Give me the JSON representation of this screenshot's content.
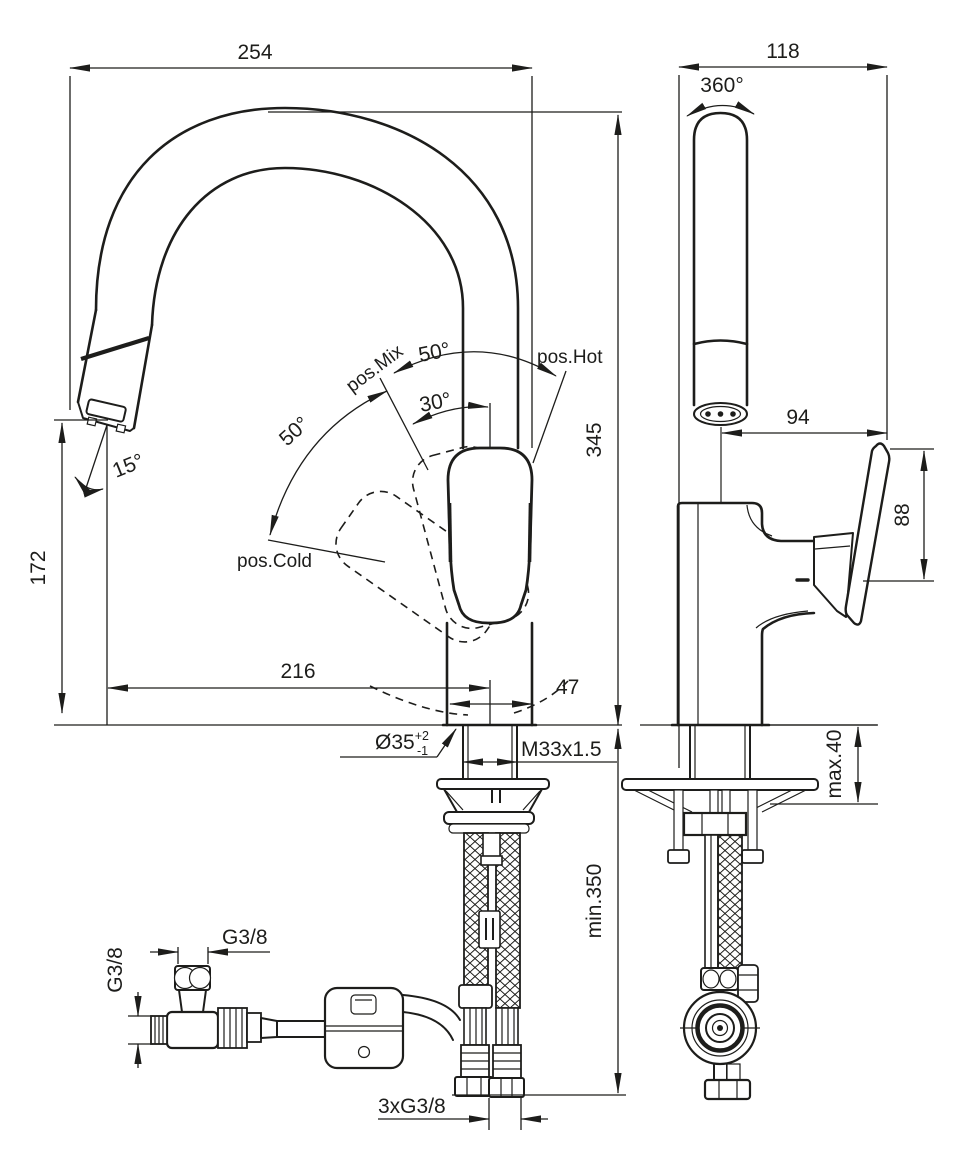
{
  "drawing": {
    "kind": "technical-dimension-drawing",
    "subject": "single-lever kitchen mixer tap with high swivel spout, front view and side view with installation dimensions",
    "line_color": "#1d1d1b",
    "background_color": "#ffffff"
  },
  "front_view": {
    "dim_overall_width": "254",
    "dim_overall_height": "345",
    "dim_outlet_height": "172",
    "dim_spout_reach": "216",
    "dim_body_width": "47",
    "dim_spout_tilt_angle": "15°",
    "dim_hole_diameter": "Ø35",
    "dim_hole_tolerance_plus": "+2",
    "dim_hole_tolerance_minus": "-1",
    "dim_shank_thread": "M33x1.5",
    "dim_min_depth_below": "min.350",
    "angle_cold_to_mix": "50°",
    "angle_mix_to_hot": "50°",
    "angle_mix_to_center": "30°",
    "label_pos_mix": "pos.Mix",
    "label_pos_hot": "pos.Hot",
    "label_pos_cold": "pos.Cold",
    "supply": {
      "dim_valve_thread_top": "G3/8",
      "dim_valve_thread_side": "G3/8",
      "dim_hose_connections": "3xG3/8"
    }
  },
  "side_view": {
    "dim_overall_depth": "118",
    "label_swivel_range": "360°",
    "dim_outlet_offset": "94",
    "dim_handle_height": "88",
    "dim_max_deck_thickness": "max.40"
  }
}
